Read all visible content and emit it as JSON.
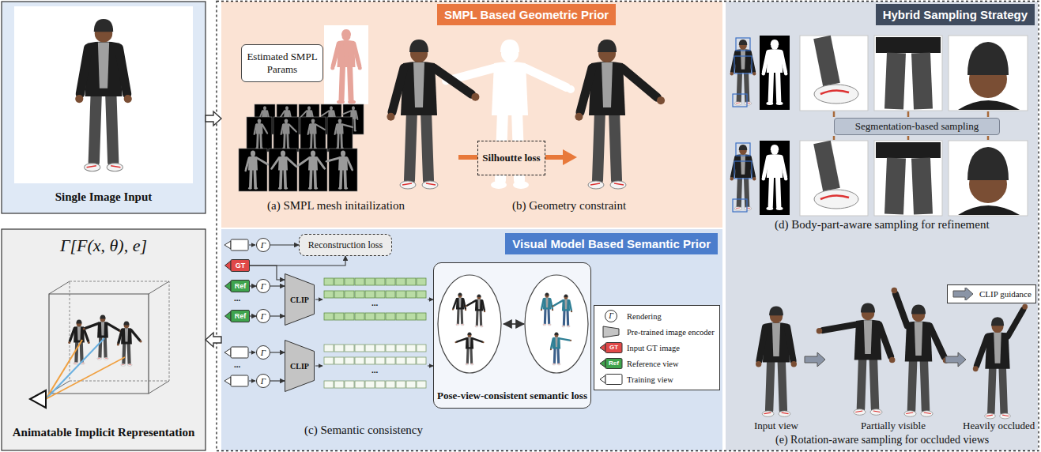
{
  "diagram": {
    "nodes": [
      {
        "text": [
          "Single Image Input"
        ]
      },
      {
        "text": [
          "SMPL Based Geometric Prior"
        ]
      },
      {
        "text": [
          "Estimated SMPL Params"
        ],
        "in": 1
      },
      {
        "text": [
          "Silhoutte loss"
        ],
        "in": 1
      },
      {
        "text": [
          "Hybrid Sampling Strategy"
        ]
      },
      {
        "text": [
          "Segmentation-based sampling"
        ],
        "in": 4
      },
      {
        "text": [
          "Γ[F(x, θ), e]",
          "Animatable Implicit Representation"
        ]
      },
      {
        "text": [
          "Visual Model Based Semantic Prior"
        ]
      },
      {
        "text": [
          "Γ"
        ],
        "in": 7
      },
      {
        "text": [
          "Reconstruction loss"
        ],
        "in": 7
      },
      {
        "text": [
          "GT"
        ],
        "in": 7
      },
      {
        "text": [
          "Ref"
        ],
        "in": 7
      },
      {
        "text": [
          "Γ"
        ],
        "in": 7
      },
      {
        "text": [
          "Ref"
        ],
        "in": 7
      },
      {
        "text": [
          "Γ"
        ],
        "in": 7
      },
      {
        "text": [
          "CLIP"
        ],
        "in": 7
      },
      {
        "text": [
          "Γ"
        ],
        "in": 7
      },
      {
        "text": [
          "Γ"
        ],
        "in": 7
      },
      {
        "text": [
          "CLIP"
        ],
        "in": 7
      },
      {
        "text": [
          "Pose-view-consistent semantic loss"
        ],
        "in": 7
      }
    ],
    "edges": [
      {
        "from": 0,
        "to": 1,
        "arrow": "to"
      },
      {
        "from": 7,
        "to": 6,
        "arrow": "to"
      },
      {
        "from": 8,
        "to": 9,
        "arrow": "to"
      },
      {
        "from": 10,
        "to": 9,
        "arrow": "to"
      },
      {
        "from": 10,
        "to": 15,
        "arrow": "to"
      },
      {
        "from": 11,
        "to": 12,
        "arrow": "to"
      },
      {
        "from": 12,
        "to": 15,
        "arrow": "to"
      },
      {
        "from": 13,
        "to": 14,
        "arrow": "to"
      },
      {
        "from": 14,
        "to": 15,
        "arrow": "to"
      },
      {
        "from": 16,
        "to": 18,
        "arrow": "to"
      },
      {
        "from": 17,
        "to": 18,
        "arrow": "to"
      }
    ],
    "labels": [
      "(a) SMPL mesh initailization",
      "(b) Geometry constraint",
      "(d) Body-part-aware sampling for refinement",
      "Input view",
      "Partially visible",
      "Heavily occluded",
      "(e) Rotation-aware sampling for occluded views",
      "(c) Semantic consistency",
      "...",
      "...",
      "...",
      "...",
      "Γ",
      "GT",
      "Ref"
    ],
    "legend": [
      {
        "text": "CLIP guidance"
      },
      {
        "text": "Rendering"
      },
      {
        "text": "Pre-trained image encoder"
      },
      {
        "text": "Input GT image"
      },
      {
        "text": "Reference view"
      },
      {
        "text": "Training view"
      }
    ]
  }
}
